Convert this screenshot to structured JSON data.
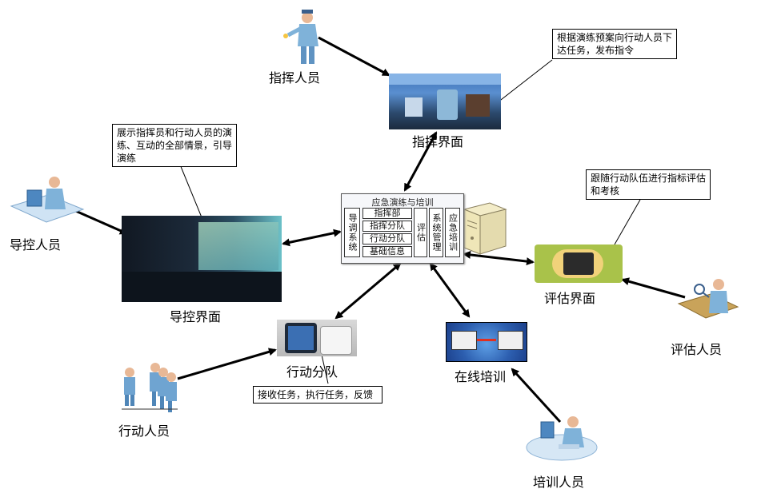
{
  "nodes": {
    "commander": "指挥人员",
    "command_ui": "指挥界面",
    "director": "导控人员",
    "director_ui": "导控界面",
    "evaluator_ui": "评估界面",
    "evaluator": "评估人员",
    "action_team": "行动分队",
    "action_personnel": "行动人员",
    "online_training": "在线培训",
    "trainee": "培训人员"
  },
  "notes": {
    "command": "根据演练预案向行动人员下达任务，发布指令",
    "director": "展示指挥员和行动人员的演练、互动的全部情景，引导演练",
    "evaluate": "跟随行动队伍进行指标评估和考核",
    "action": "接收任务，执行任务，反馈"
  },
  "system": {
    "title": "应急演练与培训",
    "guide": "导调系统",
    "modules": [
      "指挥部",
      "指挥分队",
      "行动分队",
      "基础信息"
    ],
    "evaluate": "评估",
    "manage": "系统管理",
    "training": "应急培训"
  }
}
